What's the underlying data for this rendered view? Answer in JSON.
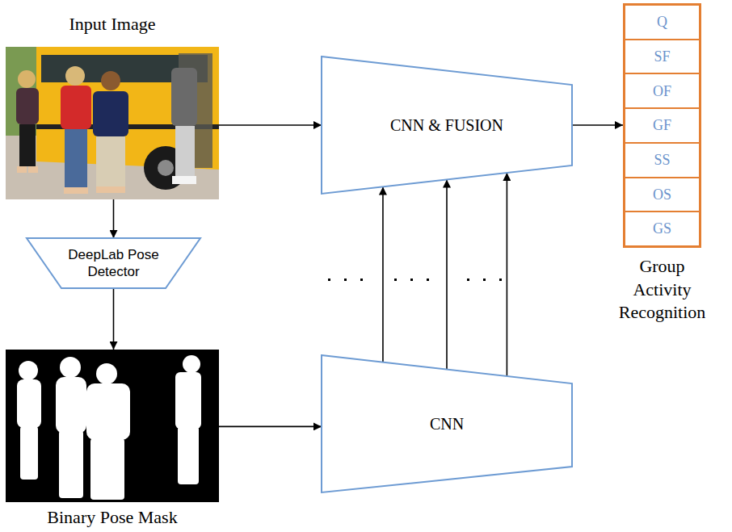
{
  "diagram": {
    "nodes": [
      {
        "text": [
          "Input Image"
        ]
      },
      {
        "text": [
          "DeepLab Pose Detector"
        ]
      },
      {
        "text": [
          "Binary Pose Mask"
        ]
      },
      {
        "text": [
          "CNN & FUSION"
        ]
      },
      {
        "text": [
          "CNN"
        ]
      },
      {
        "text": [
          "Group Activity Recognition"
        ]
      },
      {
        "text": [
          "Q"
        ],
        "in": 5
      },
      {
        "text": [
          "SF"
        ],
        "in": 5
      },
      {
        "text": [
          "OF"
        ],
        "in": 5
      },
      {
        "text": [
          "GF"
        ],
        "in": 5
      },
      {
        "text": [
          "SS"
        ],
        "in": 5
      },
      {
        "text": [
          "OS"
        ],
        "in": 5
      },
      {
        "text": [
          "GS"
        ],
        "in": 5
      }
    ],
    "edges": [
      {
        "from": 0,
        "to": 3,
        "arrow": "to"
      },
      {
        "from": 0,
        "to": 1,
        "arrow": "to"
      },
      {
        "from": 1,
        "to": 2,
        "arrow": "to"
      },
      {
        "from": 2,
        "to": 4,
        "arrow": "to"
      },
      {
        "from": 4,
        "to": 3,
        "arrow": "to"
      },
      {
        "from": 4,
        "to": 3,
        "arrow": "to"
      },
      {
        "from": 4,
        "to": 3,
        "arrow": "to"
      },
      {
        "from": 3,
        "to": 5,
        "arrow": "to"
      }
    ]
  }
}
